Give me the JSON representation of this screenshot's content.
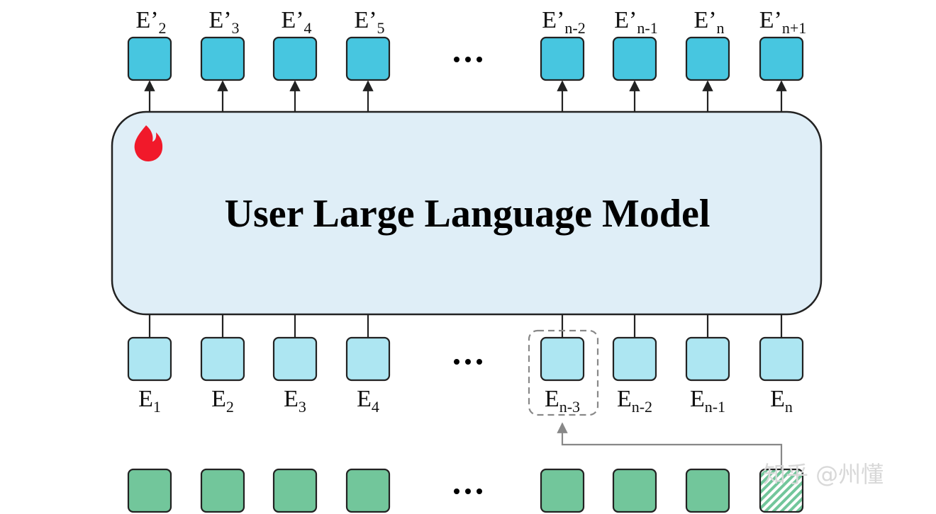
{
  "model": {
    "title": "User Large Language Model",
    "fire_icon": "fire-icon",
    "fill": "#dfeef7"
  },
  "colors": {
    "output_token": "#47c6e0",
    "input_token": "#ade6f2",
    "bottom_token": "#72c69b",
    "stroke": "#222222",
    "highlight_dash": "#888888",
    "fire": "#f1192a"
  },
  "outputs": [
    {
      "base": "E’",
      "sub": "2"
    },
    {
      "base": "E’",
      "sub": "3"
    },
    {
      "base": "E’",
      "sub": "4"
    },
    {
      "base": "E’",
      "sub": "5"
    },
    {
      "base": "E’",
      "sub": "n-2"
    },
    {
      "base": "E’",
      "sub": "n-1"
    },
    {
      "base": "E’",
      "sub": "n"
    },
    {
      "base": "E’",
      "sub": "n+1"
    }
  ],
  "inputs": [
    {
      "base": "E",
      "sub": "1"
    },
    {
      "base": "E",
      "sub": "2"
    },
    {
      "base": "E",
      "sub": "3"
    },
    {
      "base": "E",
      "sub": "4"
    },
    {
      "base": "E",
      "sub": "n-3"
    },
    {
      "base": "E",
      "sub": "n-2"
    },
    {
      "base": "E",
      "sub": "n-1"
    },
    {
      "base": "E",
      "sub": "n"
    }
  ],
  "ellipsis": "•••",
  "watermark": "知乎 @州懂"
}
